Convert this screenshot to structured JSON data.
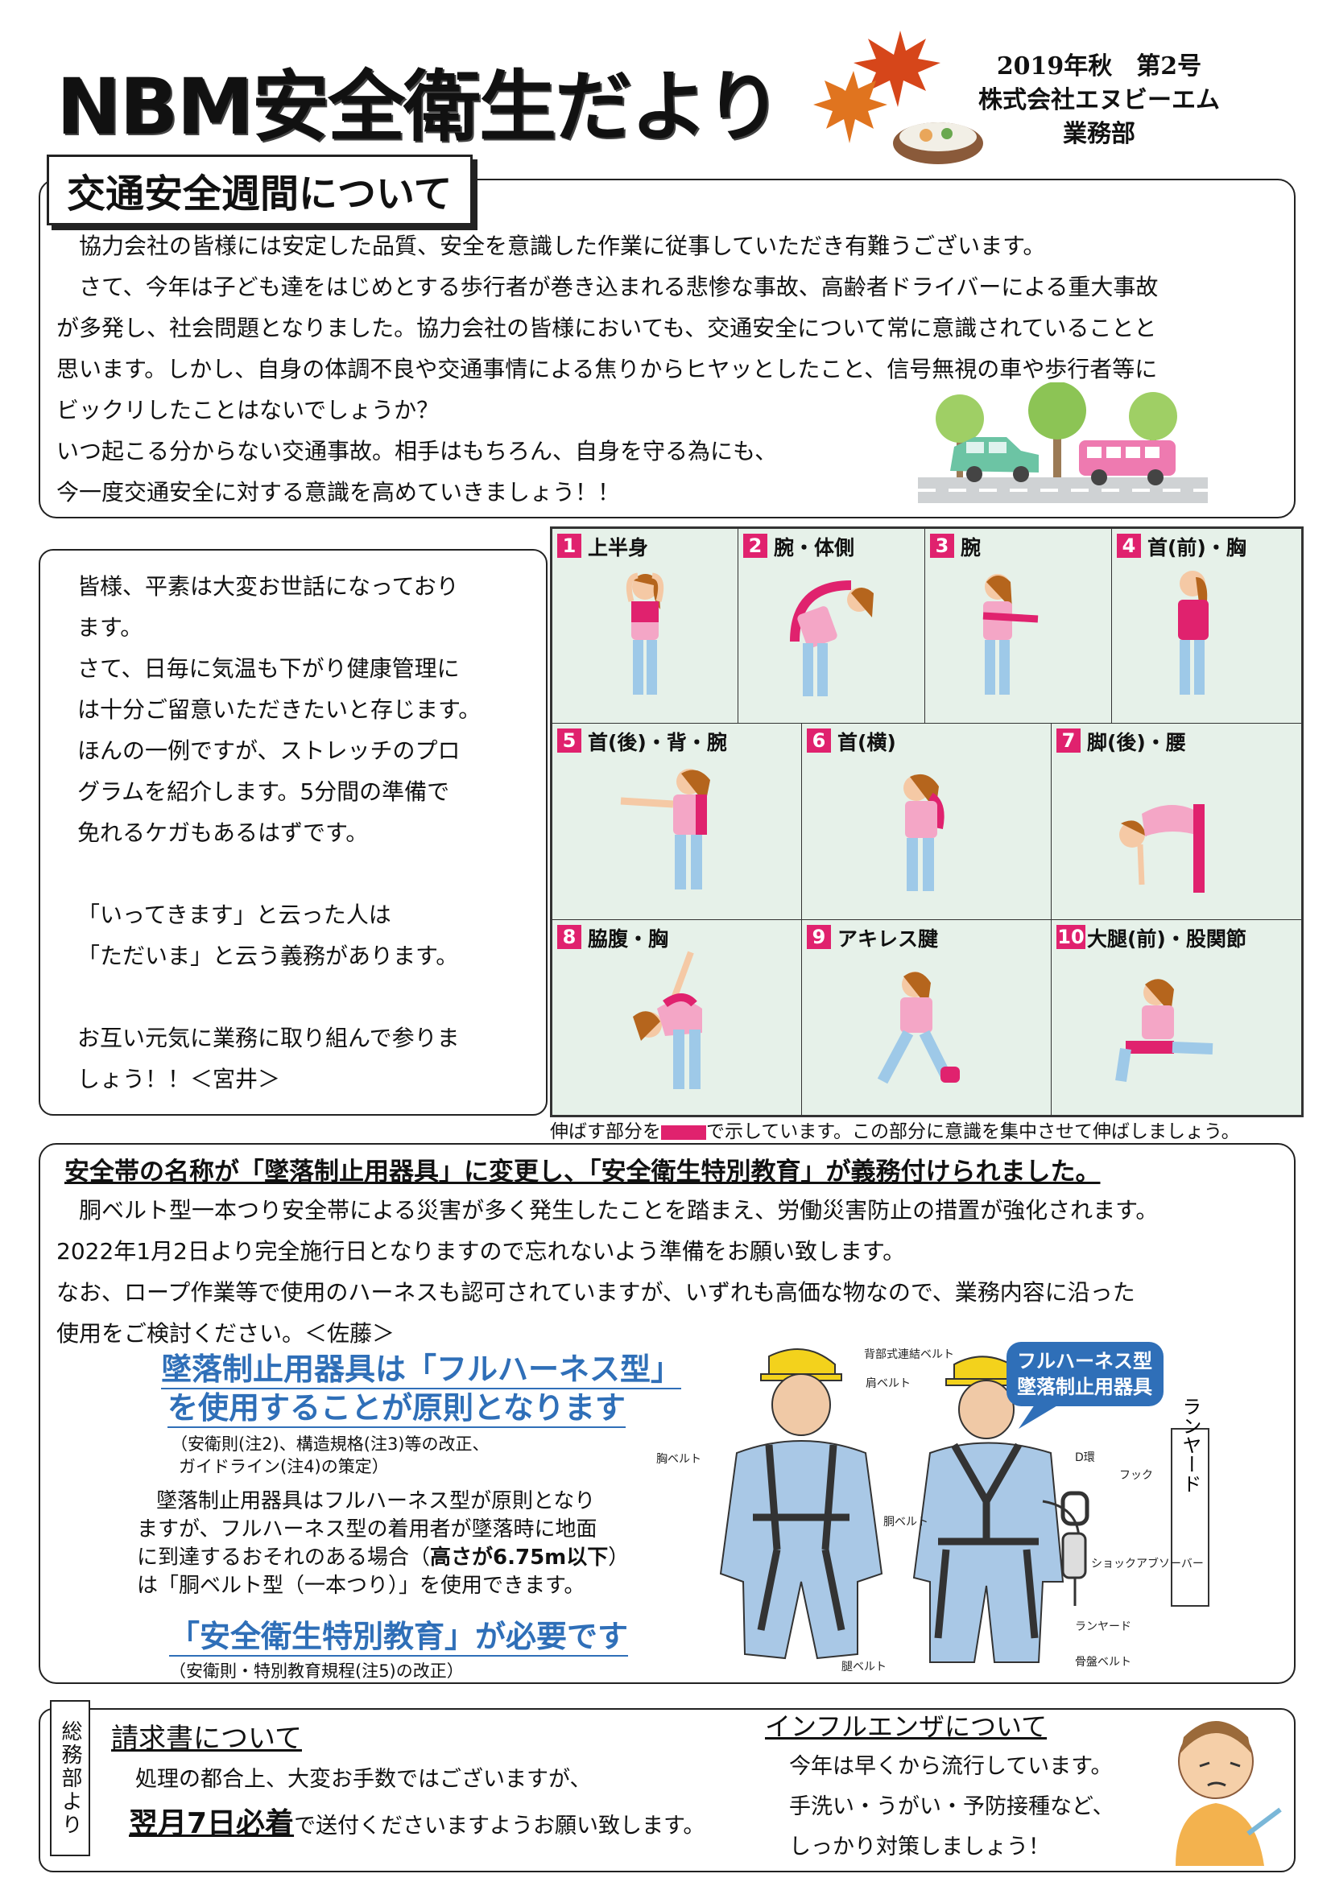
{
  "header": {
    "title": "NBM安全衛生だより",
    "issue_line1": "2019年秋　第2号",
    "issue_line2": "株式会社エヌビーエム",
    "issue_line3": "業務部"
  },
  "traffic": {
    "heading": "交通安全週間について",
    "lines": [
      "　協力会社の皆様には安定した品質、安全を意識した作業に従事していただき有難うございます。",
      "　さて、今年は子ども達をはじめとする歩行者が巻き込まれる悲惨な事故、高齢者ドライバーによる重大事故",
      "が多発し、社会問題となりました。協力会社の皆様においても、交通安全について常に意識されていることと",
      "思います。しかし、自身の体調不良や交通事情による焦りからヒヤッとしたこと、信号無視の車や歩行者等に",
      "ビックリしたことはないでしょうか？",
      "いつ起こる分からない交通事故。相手はもちろん、自身を守る為にも、",
      "今一度交通安全に対する意識を高めていきましょう！！"
    ]
  },
  "stretch_text": {
    "lines": [
      "皆様、平素は大変お世話になっており",
      "ます。",
      "さて、日毎に気温も下がり健康管理に",
      "は十分ご留意いただきたいと存じます。",
      "ほんの一例ですが、ストレッチのプロ",
      "グラムを紹介します。5分間の準備で",
      "免れるケガもあるはずです。",
      "",
      "「いってきます」と云った人は",
      "「ただいま」と云う義務があります。",
      "",
      "お互い元気に業務に取り組んで参りま",
      "しょう！！＜宮井＞"
    ]
  },
  "stretch_grid": {
    "items": [
      {
        "num": "1",
        "label": "上半身"
      },
      {
        "num": "2",
        "label": "腕・体側"
      },
      {
        "num": "3",
        "label": "腕"
      },
      {
        "num": "4",
        "label": "首(前)・胸"
      },
      {
        "num": "5",
        "label": "首(後)・背・腕"
      },
      {
        "num": "6",
        "label": "首(横)"
      },
      {
        "num": "7",
        "label": "脚(後)・腰"
      },
      {
        "num": "8",
        "label": "脇腹・胸"
      },
      {
        "num": "9",
        "label": "アキレス腱"
      },
      {
        "num": "10",
        "label": "大腿(前)・股関節"
      }
    ],
    "caption_before": "伸ばす部分を",
    "caption_after": "で示しています。この部分に意識を集中させて伸ばしましょう。",
    "highlight_color": "#e0226e"
  },
  "harness": {
    "title": "安全帯の名称が「墜落制止用器具」に変更し、「安全衛生特別教育」が義務付けられました。",
    "lines": [
      "　胴ベルト型一本つり安全帯による災害が多く発生したことを踏まえ、労働災害防止の措置が強化されます。",
      "2022年1月2日より完全施行日となりますので忘れないよう準備をお願い致します。",
      "なお、ロープ作業等で使用のハーネスも認可されていますが、いずれも高価な物なので、業務内容に沿った",
      "使用をご検討ください。＜佐藤＞"
    ],
    "blue_head1": "墜落制止用器具は「フルハーネス型」",
    "blue_head2": "を使用することが原則となります",
    "note1": "（安衛則(注2)、構造規格(注3)等の改正、",
    "note2": "ガイドライン(注4)の策定）",
    "body1": "墜落制止用器具はフルハーネス型が原則となり",
    "body2": "ますが、フルハーネス型の着用者が墜落時に地面",
    "body3a": "に到達するおそれのある場合（",
    "body3b": "高さが6.75m以下",
    "body3c": "）",
    "body4": "は「胴ベルト型（一本つり）」を使用できます。",
    "blue_head3": "「安全衛生特別教育」が必要です",
    "note3": "（安衛則・特別教育規程(注5)の改正）",
    "bubble1": "フルハーネス型",
    "bubble2": "墜落制止用器具",
    "lanyard_box": "ランヤード",
    "parts": {
      "waist_belt": "胸ベルト",
      "shoulder_belt": "肩ベルト",
      "back_belt": "背部式連結ベルト",
      "torso_belt": "胴ベルト",
      "leg_belt": "腿ベルト",
      "d_ring": "D環",
      "hook": "フック",
      "absorber": "ショックアブソーバー",
      "lanyard": "ランヤード",
      "seat_belt": "骨盤ベルト"
    },
    "bubble_color": "#2f6fb8",
    "helmet_color": "#f3d21c",
    "suit_color": "#a9c8e6"
  },
  "bottom": {
    "side_label": "総務部より",
    "invoice_title": "請求書について",
    "invoice_line1": "処理の都合上、大変お手数ではございますが、",
    "invoice_bold": "翌月7日必着",
    "invoice_rest": "で送付くださいますようお願い致します。",
    "flu_title": "インフルエンザについて",
    "flu_lines": [
      "今年は早くから流行しています。",
      "手洗い・うがい・予防接種など、",
      "しっかり対策しましょう！"
    ]
  }
}
